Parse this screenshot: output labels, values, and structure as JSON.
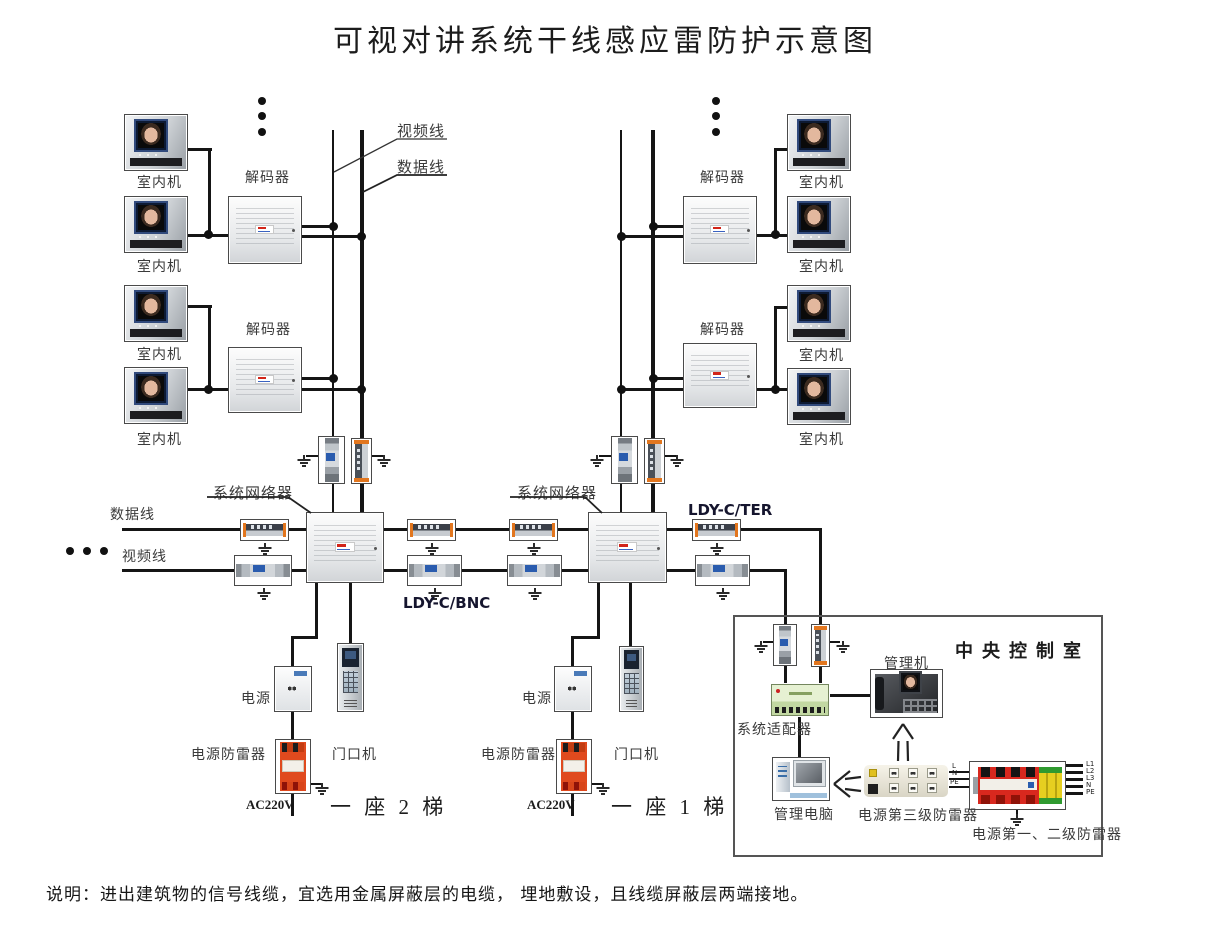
{
  "title": "可视对讲系统干线感应雷防护示意图",
  "note": "说明：进出建筑物的信号线缆，宜选用金属屏蔽层的电缆， 埋地敷设，且线缆屏蔽层两端接地。",
  "labels": {
    "indoor_unit": "室内机",
    "decoder": "解码器",
    "video_line": "视频线",
    "data_line": "数据线",
    "network_unit": "系统网络器",
    "ldy_c_ter": "LDY-C/TER",
    "ldy_c_bnc": "LDY-C/BNC",
    "power": "电源",
    "power_arrester": "电源防雷器",
    "door_station": "门口机",
    "ac220v": "AC220V",
    "building_2": "一 座 2 梯",
    "building_1": "一 座 1 梯",
    "control_room": "中央控制室",
    "manager_phone": "管理机",
    "system_adapter": "系统适配器",
    "manager_pc": "管理电脑",
    "power_arrester_level3": "电源第三级防雷器",
    "power_arrester_level12": "电源第一、二级防雷器"
  },
  "terminals": {
    "between": [
      "L",
      "N",
      "PE"
    ],
    "incoming": [
      "L1",
      "L2",
      "L3",
      "N",
      "PE"
    ]
  },
  "colors": {
    "wire": "#151515",
    "arrester_red": "#d8281e",
    "ter_cap_orange": "#e2761e",
    "adapter_green": "#cfe3ad",
    "control_room_border": "#555555"
  }
}
